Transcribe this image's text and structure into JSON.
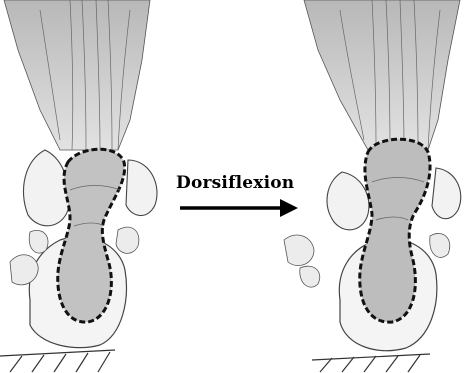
{
  "annotation": {
    "label": "Dorsiflexion"
  },
  "figure": {
    "left_panel": "ankle-before",
    "right_panel": "ankle-after",
    "arrow_direction": "right",
    "colors": {
      "shading": "#bdbdbd",
      "outline": "#111111",
      "paper": "#ffffff"
    }
  }
}
